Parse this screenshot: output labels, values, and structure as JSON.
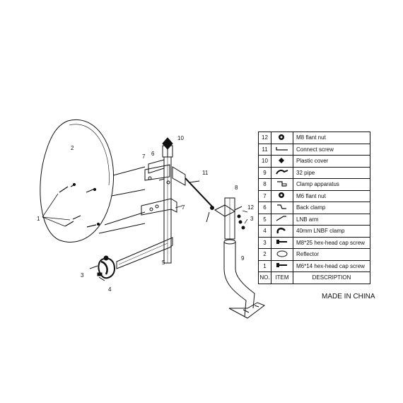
{
  "parts": [
    {
      "no": "12",
      "icon": "flange-nut-icon",
      "description": "M8 flant nut"
    },
    {
      "no": "11",
      "icon": "connect-screw-icon",
      "description": "Connect screw"
    },
    {
      "no": "10",
      "icon": "plastic-cover-icon",
      "description": "Plastic cover"
    },
    {
      "no": "9",
      "icon": "pipe-icon",
      "description": "32 pipe"
    },
    {
      "no": "8",
      "icon": "clamp-apparatus-icon",
      "description": "Clamp apparatus"
    },
    {
      "no": "7",
      "icon": "flange-nut-icon",
      "description": "M6 flant nut"
    },
    {
      "no": "6",
      "icon": "back-clamp-icon",
      "description": "Back clamp"
    },
    {
      "no": "5",
      "icon": "lnb-arm-icon",
      "description": "LNB arm"
    },
    {
      "no": "4",
      "icon": "lnbf-clamp-icon",
      "description": "40mm LNBF clamp"
    },
    {
      "no": "3",
      "icon": "hex-screw-icon",
      "description": "M8*25 hex-head cap screw"
    },
    {
      "no": "2",
      "icon": "reflector-icon",
      "description": "Reflector"
    },
    {
      "no": "1",
      "icon": "hex-screw-icon",
      "description": "M6*14 hex-head cap screw"
    }
  ],
  "header": {
    "no": "NO.",
    "item": "ITEM",
    "description": "DESCRIPTION"
  },
  "footer_text": "MADE IN CHINA",
  "callouts": {
    "reflector": "2",
    "bolts": "1",
    "back_clamp_top": "7",
    "back_clamp_label": "6",
    "cover": "10",
    "screw": "11",
    "clamp_app": "8",
    "nut": "12",
    "screw3_right": "3",
    "back_clamp_bottom": "7",
    "lnb_arm": "5",
    "screw3_left": "3",
    "lnbf_clamp": "4",
    "pipe": "9"
  }
}
